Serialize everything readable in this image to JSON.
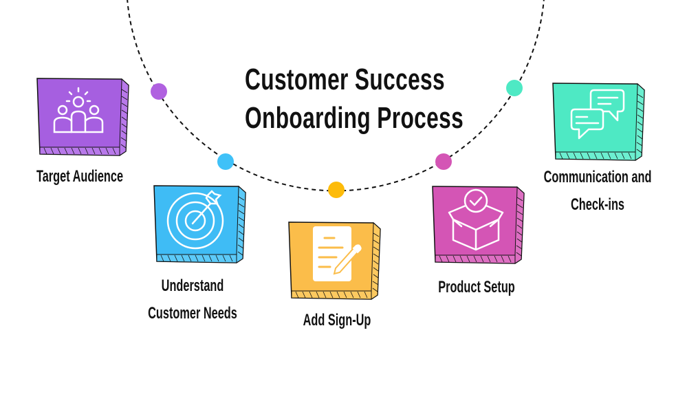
{
  "title": {
    "line1": "Customer Success",
    "line2": "Onboarding Process"
  },
  "steps": [
    {
      "label_lines": [
        "Target Audience"
      ],
      "icon": "audience-icon",
      "color": "#a65fe0"
    },
    {
      "label_lines": [
        "Understand",
        "Customer Needs"
      ],
      "icon": "target-icon",
      "color": "#3fbcf5"
    },
    {
      "label_lines": [
        "Add Sign-Up"
      ],
      "icon": "document-pencil-icon",
      "color": "#fbbd4a"
    },
    {
      "label_lines": [
        "Product Setup"
      ],
      "icon": "box-check-icon",
      "color": "#d455b5"
    },
    {
      "label_lines": [
        "Communication and",
        "Check-ins"
      ],
      "icon": "chat-bubbles-icon",
      "color": "#4ee9c4"
    }
  ],
  "dots": [
    {
      "color": "#b061e0"
    },
    {
      "color": "#3fc1f8"
    },
    {
      "color": "#fdbb0a"
    },
    {
      "color": "#d455b5"
    },
    {
      "color": "#4ee9c4"
    }
  ]
}
